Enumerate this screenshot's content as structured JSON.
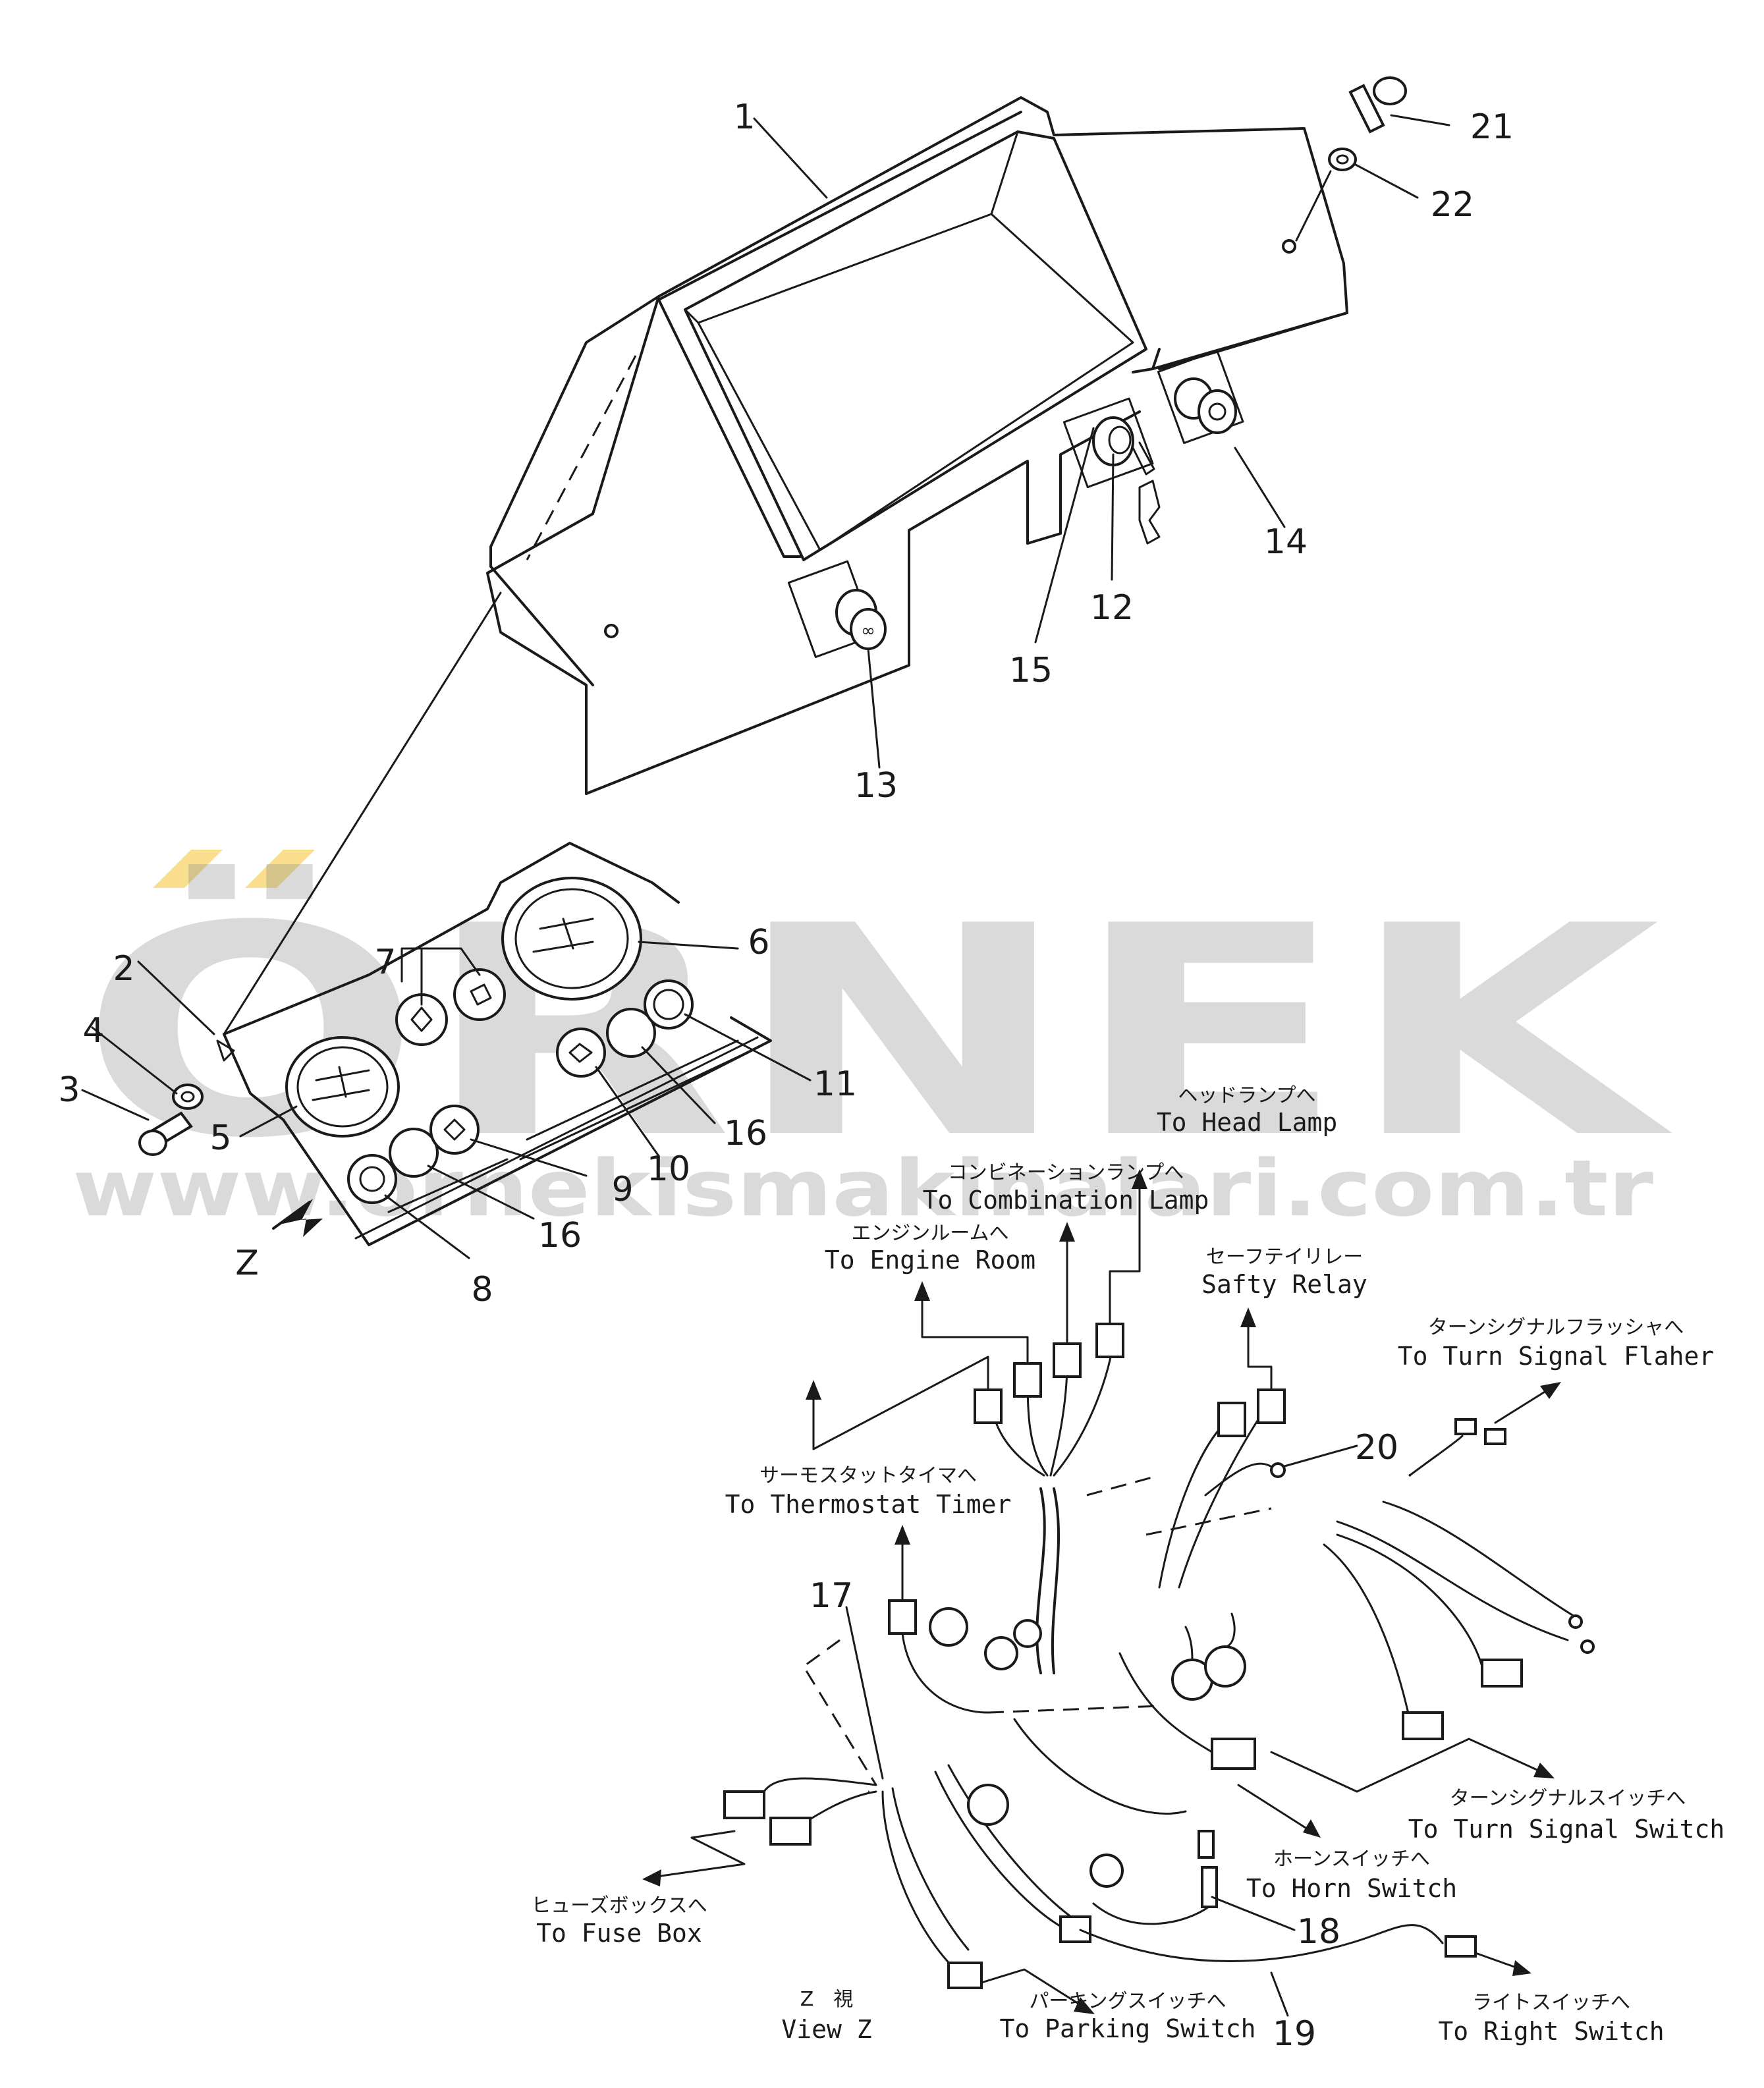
{
  "watermark": {
    "brand": "ÖRNEK",
    "url": "www.ornekismakinalari.com.tr",
    "accent_color": "#f2c230"
  },
  "parts": [
    {
      "id": "p1",
      "label": "1"
    },
    {
      "id": "p2",
      "label": "2"
    },
    {
      "id": "p3",
      "label": "3"
    },
    {
      "id": "p4",
      "label": "4"
    },
    {
      "id": "p5",
      "label": "5"
    },
    {
      "id": "p6",
      "label": "6"
    },
    {
      "id": "p7",
      "label": "7"
    },
    {
      "id": "p8",
      "label": "8"
    },
    {
      "id": "p9",
      "label": "9"
    },
    {
      "id": "p10",
      "label": "10"
    },
    {
      "id": "p11",
      "label": "11"
    },
    {
      "id": "p12",
      "label": "12"
    },
    {
      "id": "p13",
      "label": "13"
    },
    {
      "id": "p14",
      "label": "14"
    },
    {
      "id": "p15",
      "label": "15"
    },
    {
      "id": "p16a",
      "label": "16"
    },
    {
      "id": "p16b",
      "label": "16"
    },
    {
      "id": "p17",
      "label": "17"
    },
    {
      "id": "p18",
      "label": "18"
    },
    {
      "id": "p19",
      "label": "19"
    },
    {
      "id": "p20",
      "label": "20"
    },
    {
      "id": "p21",
      "label": "21"
    },
    {
      "id": "p22",
      "label": "22"
    },
    {
      "id": "pz",
      "label": "Z"
    }
  ],
  "destinations": [
    {
      "id": "head-lamp",
      "jp": "ヘッドランプへ",
      "en": "To Head Lamp"
    },
    {
      "id": "combination-lamp",
      "jp": "コンビネーションランプへ",
      "en": "To Combination Lamp"
    },
    {
      "id": "engine-room",
      "jp": "エンジンルームへ",
      "en": "To Engine Room"
    },
    {
      "id": "safty-relay",
      "jp": "セーフテイリレー",
      "en": "Safty Relay"
    },
    {
      "id": "turn-signal-flaher",
      "jp": "ターンシグナルフラッシャへ",
      "en": "To Turn Signal Flaher"
    },
    {
      "id": "thermostat-timer",
      "jp": "サーモスタットタイマへ",
      "en": "To Thermostat Timer"
    },
    {
      "id": "turn-signal-switch",
      "jp": "ターンシグナルスイッチへ",
      "en": "To Turn Signal Switch"
    },
    {
      "id": "horn-switch",
      "jp": "ホーンスイッチへ",
      "en": "To Horn Switch"
    },
    {
      "id": "fuse-box",
      "jp": "ヒューズボックスへ",
      "en": "To Fuse Box"
    },
    {
      "id": "view-z",
      "jp": "Z　視",
      "en": "View Z"
    },
    {
      "id": "parking-switch",
      "jp": "パーキングスイッチへ",
      "en": "To Parking Switch"
    },
    {
      "id": "right-switch",
      "jp": "ライトスイッチへ",
      "en": "To Right  Switch"
    }
  ]
}
